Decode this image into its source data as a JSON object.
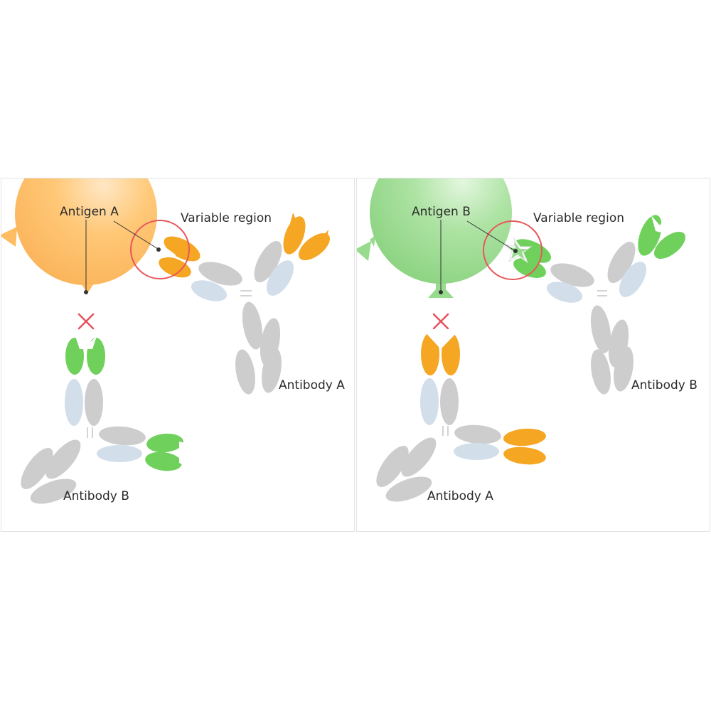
{
  "colors": {
    "antigen_a": "#ffbd63",
    "antigen_b": "#98db8e",
    "variable_a": "#f5a623",
    "variable_b": "#6fd15c",
    "heavy_chain": "#cdcdcd",
    "light_chain": "#d2deea",
    "highlight_ring": "#e8575a",
    "no_bind_mark": "#e6505b"
  },
  "icons": [
    "no-binding-cross-icon",
    "highlight-circle-icon"
  ],
  "panels": [
    {
      "antigen_label": "Antigen A",
      "region_label": "Variable region",
      "bound_antibody_label": "Antibody A",
      "unbound_antibody_label": "Antibody B"
    },
    {
      "antigen_label": "Antigen B",
      "region_label": "Variable region",
      "bound_antibody_label": "Antibody B",
      "unbound_antibody_label": "Antibody A"
    }
  ]
}
